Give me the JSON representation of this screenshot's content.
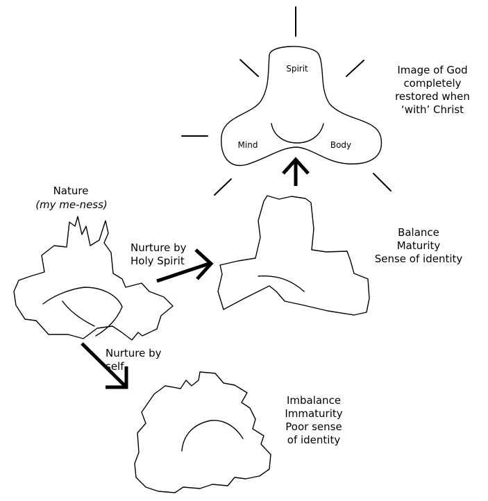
{
  "diagram": {
    "spirit_label": "Spirit",
    "mind_label": "Mind",
    "body_label": "Body",
    "restored_text": [
      "Image of God",
      "completely",
      "restored when",
      "‘with’ Christ"
    ],
    "nature_title": "Nature",
    "nature_subtitle": "(my me-ness)",
    "holy_spirit_arrow_label": [
      "Nurture by",
      "Holy Spirit"
    ],
    "self_arrow_label": [
      "Nurture by",
      "self"
    ],
    "balance_text": [
      "Balance",
      "Maturity",
      "Sense of identity"
    ],
    "imbalance_text": [
      "Imbalance",
      "Immaturity",
      "Poor sense",
      "of identity"
    ]
  }
}
